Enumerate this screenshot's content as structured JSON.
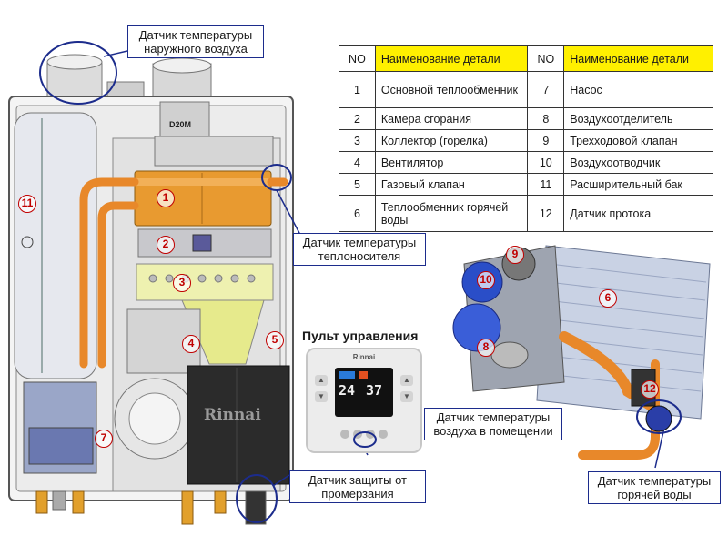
{
  "callouts": {
    "outdoor_sensor": [
      "Датчик температуры",
      "наружного воздуха"
    ],
    "coolant_sensor": [
      "Датчик температуры",
      "теплоносителя"
    ],
    "room_sensor": [
      "Датчик температуры",
      "воздуха в помещении"
    ],
    "frost_sensor": [
      "Датчик защиты от",
      "промерзания"
    ],
    "hot_water_sensor": [
      "Датчик температуры",
      "горячей воды"
    ]
  },
  "control_panel": {
    "title": "Пульт управления",
    "brand": "Rinnai",
    "display_left": "24",
    "display_right": "37"
  },
  "boiler": {
    "brand": "Rinnai",
    "label_d20m": "D20M",
    "part_markers": [
      "1",
      "2",
      "3",
      "4",
      "5",
      "7",
      "11"
    ]
  },
  "exchanger_markers": [
    "6",
    "8",
    "9",
    "10",
    "12"
  ],
  "table": {
    "header": [
      "NO",
      "Наименование детали",
      "NO",
      "Наименование детали"
    ],
    "rows": [
      [
        "1",
        "Основной теплообменник",
        "7",
        "Насос"
      ],
      [
        "2",
        "Камера сгорания",
        "8",
        "Воздухоотделитель"
      ],
      [
        "3",
        "Коллектор (горелка)",
        "9",
        "Трехходовой клапан"
      ],
      [
        "4",
        "Вентилятор",
        "10",
        "Воздухоотводчик"
      ],
      [
        "5",
        "Газовый клапан",
        "11",
        "Расширительный бак"
      ],
      [
        "6",
        "Теплообменник горячей воды",
        "12",
        "Датчик протока"
      ]
    ]
  },
  "colors": {
    "callout_border": "#1c2c8c",
    "header_fill": "#fff000",
    "pipe": "#e8882a",
    "marker": "#c00000"
  }
}
